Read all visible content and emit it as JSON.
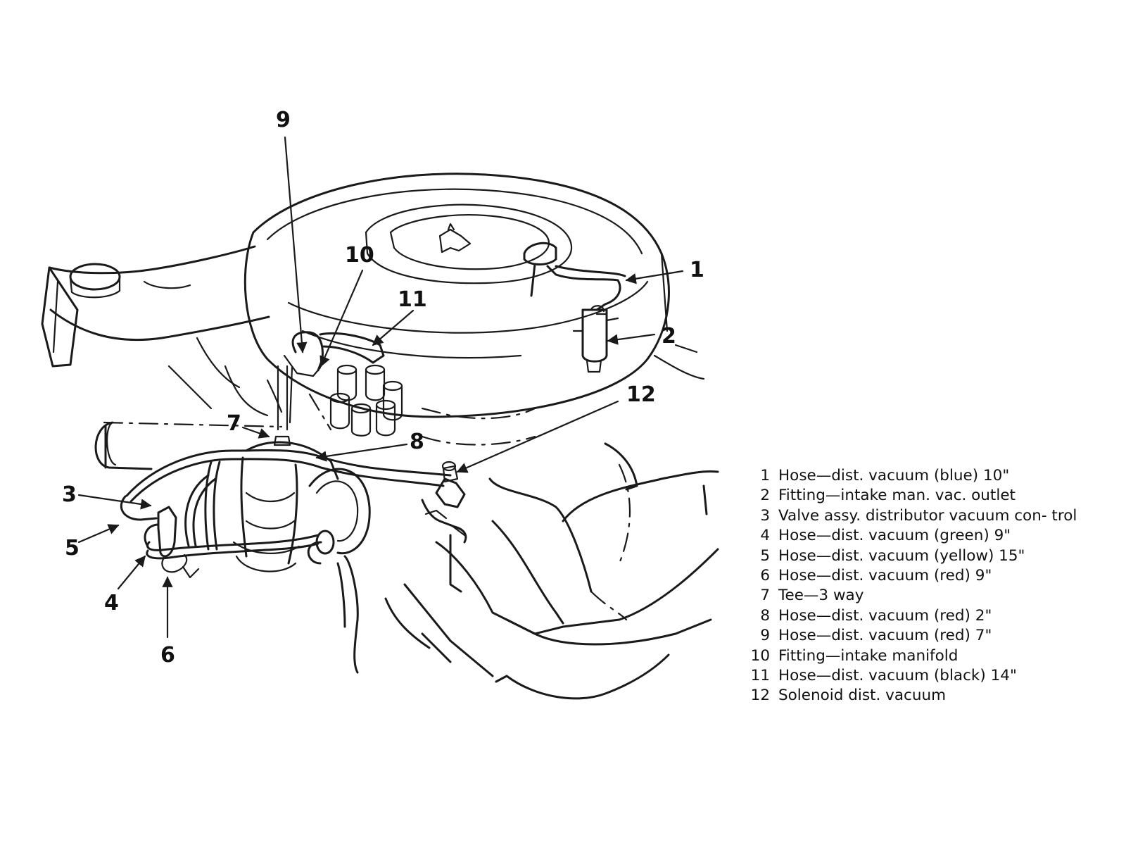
{
  "callouts": [
    "1",
    "2",
    "3",
    "4",
    "5",
    "6",
    "7",
    "8",
    "9",
    "10",
    "11",
    "12"
  ],
  "legend": [
    {
      "num": "1",
      "text": "Hose—dist. vacuum (blue) 10\""
    },
    {
      "num": "2",
      "text": "Fitting—intake man. vac. outlet"
    },
    {
      "num": "3",
      "text": "Valve assy. distributor vacuum con- trol"
    },
    {
      "num": "4",
      "text": "Hose—dist. vacuum (green) 9\""
    },
    {
      "num": "5",
      "text": "Hose—dist. vacuum (yellow) 15\""
    },
    {
      "num": "6",
      "text": "Hose—dist. vacuum (red) 9\""
    },
    {
      "num": "7",
      "text": "Tee—3 way"
    },
    {
      "num": "8",
      "text": "Hose—dist. vacuum (red) 2\""
    },
    {
      "num": "9",
      "text": "Hose—dist. vacuum (red) 7\""
    },
    {
      "num": "10",
      "text": "Fitting—intake manifold"
    },
    {
      "num": "11",
      "text": "Hose—dist. vacuum (black) 14\""
    },
    {
      "num": "12",
      "text": "Solenoid dist. vacuum"
    }
  ]
}
